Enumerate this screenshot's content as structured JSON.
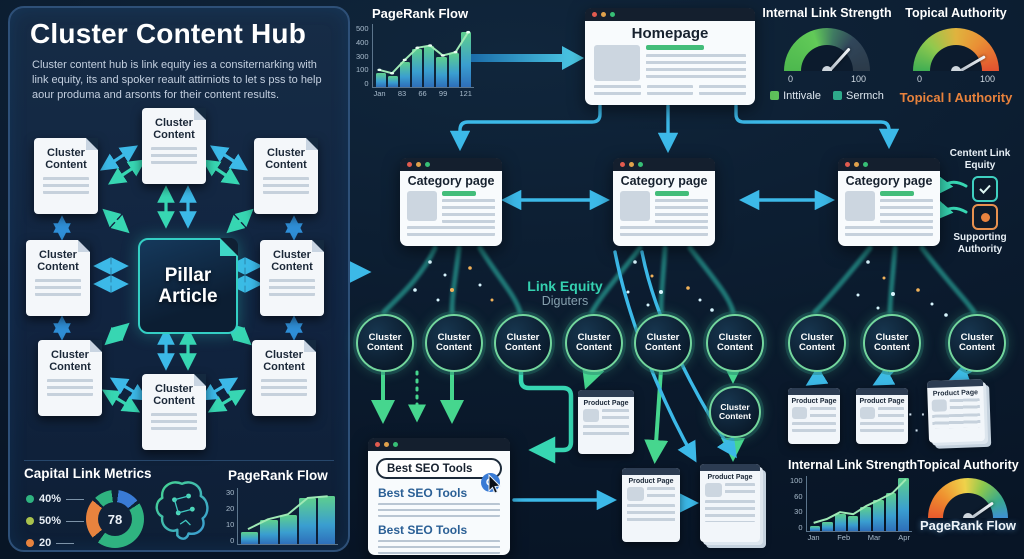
{
  "left_panel": {
    "title": "Cluster Content Hub",
    "description": "Cluster content hub is link equity ies a consiternarking with link equity, its and spoker reault attirniots to let s pss to help aour produma and arsonts for their content results.",
    "pillar_label": "Pillar Article",
    "cluster_label": "Cluster Content",
    "metrics": {
      "title": "Capital Link Metrics",
      "donut_center": "78",
      "legend": [
        {
          "label": "40%",
          "color": "#2fb380"
        },
        {
          "label": "50%",
          "color": "#a9c24d"
        },
        {
          "label": "20",
          "color": "#e8833e"
        }
      ],
      "donut_colors": [
        "#3a7bd5",
        "#2fb380",
        "#e8833e"
      ]
    }
  },
  "gauges": {
    "scale": {
      "min": "0",
      "max": "100"
    },
    "internal_link_strength": {
      "title": "Internal Link Strength",
      "legend": [
        "Inttivale",
        "Sermch"
      ]
    },
    "topical_authority": {
      "title": "Topical Authority",
      "caption": "Topical I Authority"
    }
  },
  "flow": {
    "homepage_label": "Homepage",
    "category_label": "Category page",
    "cluster_label": "Cluster Content",
    "product_label": "Product Page",
    "link_equity_line1": "Link Equity",
    "link_equity_line2": "Diguters",
    "ellipsis": "· · ·"
  },
  "side_legend": {
    "content_link_equity": "Centent Link Equity",
    "supporting_authority": "Supporting Authority"
  },
  "search_window": {
    "query": "Best SEO Tools",
    "results": [
      "Best SEO Tools",
      "Best SEO Tools"
    ]
  },
  "bottom_right": {
    "topical_authority_title": "Topical Authority",
    "pagerank_caption": "PageRank Flow"
  },
  "colors": {
    "arrow_cyan": "#3cb9e8",
    "arrow_teal": "#37d6b2",
    "arrow_green": "#46d68e",
    "accent_green": "#43bd7a",
    "search_blue": "#3a7bd5"
  },
  "chart_data": [
    {
      "id": "top_pagerank",
      "type": "bar",
      "title": "PageRank Flow",
      "yticks": [
        "500",
        "400",
        "300",
        "100",
        "0"
      ],
      "xticks": [
        "Jan",
        "83",
        "66",
        "99",
        "121"
      ],
      "values": [
        120,
        90,
        210,
        320,
        340,
        250,
        280,
        460
      ],
      "ylim": [
        0,
        500
      ],
      "line_overlay": true
    },
    {
      "id": "metrics_pagerank",
      "type": "bar",
      "title": "PageRank Flow",
      "yticks": [
        "30",
        "20",
        "10",
        "0"
      ],
      "xticks": [],
      "values": [
        7,
        13,
        16,
        26,
        27
      ],
      "ylim": [
        0,
        30
      ],
      "line_overlay": true
    },
    {
      "id": "ils_bars",
      "type": "bar",
      "title": "Internal Link Strength",
      "yticks": [
        "100",
        "60",
        "30",
        "0"
      ],
      "xticks": [
        "Jan",
        "Feb",
        "Mar",
        "Apr"
      ],
      "values": [
        10,
        18,
        32,
        28,
        45,
        58,
        72,
        100
      ],
      "ylim": [
        0,
        100
      ],
      "line_overlay": true
    },
    {
      "id": "capital_link_donut",
      "type": "pie",
      "segments": [
        {
          "label": "40%",
          "value": 40,
          "color": "#2fb380"
        },
        {
          "label": "50%",
          "value": 50,
          "color": "#a9c24d"
        },
        {
          "label": "20",
          "value": 20,
          "color": "#e8833e"
        }
      ],
      "center_value": "78"
    }
  ]
}
